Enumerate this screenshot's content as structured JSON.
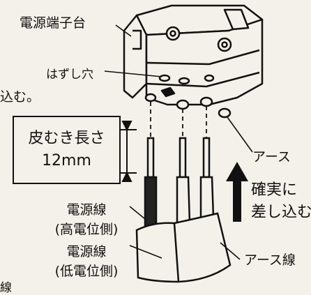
{
  "labels": {
    "terminal_block": "電源端子台",
    "release_hole": "はずし穴",
    "strip_length_line1": "皮むき長さ",
    "strip_length_line2": "12mm",
    "earth": "アース",
    "insert_firmly_line1": "確実に",
    "insert_firmly_line2": "差し込む",
    "power_high_line1": "電源線",
    "power_high_line2": "(高電位側)",
    "power_low_line1": "電源線",
    "power_low_line2": "(低電位側)",
    "earth_wire": "アース線",
    "fragment_left": "込む。",
    "fragment_bottom": "線"
  }
}
